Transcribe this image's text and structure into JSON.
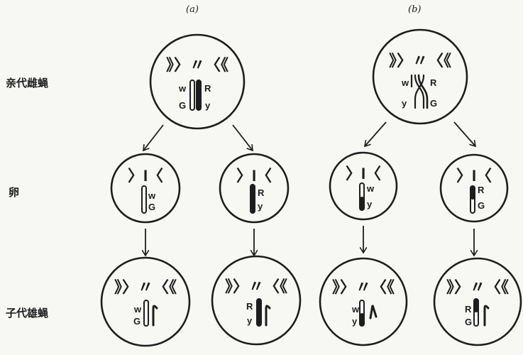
{
  "panels": {
    "a": "(a)",
    "b": "(b)"
  },
  "row_labels": {
    "parent": "亲代雌蝇",
    "egg": "卵",
    "offspring": "子代雄蝇"
  },
  "cells": {
    "a_parent": {
      "chromo": "》〉〃〈《",
      "left": [
        "w",
        "G"
      ],
      "right": [
        "R",
        "y"
      ]
    },
    "a_egg1": {
      "chromo": "〉I〈",
      "genes": [
        "w",
        "G"
      ]
    },
    "a_egg2": {
      "chromo": "〉I〈",
      "genes": [
        "R",
        "y"
      ]
    },
    "a_off1": {
      "chromo": "》〉〃〈《",
      "genes": [
        "w",
        "G"
      ]
    },
    "a_off2": {
      "chromo": "》〉〃〈《",
      "genes": [
        "R",
        "y"
      ]
    },
    "b_parent": {
      "chromo": "》〉〃〈《",
      "left": [
        "w",
        "y"
      ],
      "right": [
        "R",
        "G"
      ]
    },
    "b_egg1": {
      "chromo": "〉I〈",
      "genes": [
        "w",
        "y"
      ]
    },
    "b_egg2": {
      "chromo": "〉I〈",
      "genes": [
        "R",
        "G"
      ]
    },
    "b_off1": {
      "chromo": "》〉〃〈《",
      "genes": [
        "w",
        "y"
      ]
    },
    "b_off2": {
      "chromo": "》〉〃〈《",
      "genes": [
        "R",
        "G"
      ]
    }
  }
}
